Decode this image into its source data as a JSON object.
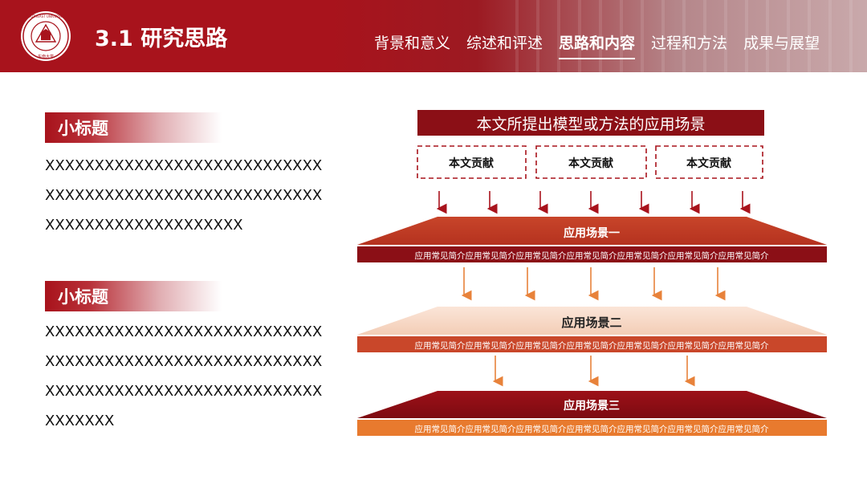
{
  "header": {
    "title": "3.1 研究思路",
    "logo": {
      "icon": "university-seal-icon",
      "text_top": "SOUTHEAST UNIVERSITY",
      "text_center": "东南大学"
    },
    "nav": [
      {
        "label": "背景和意义",
        "active": false
      },
      {
        "label": "综述和评述",
        "active": false
      },
      {
        "label": "思路和内容",
        "active": true
      },
      {
        "label": "过程和方法",
        "active": false
      },
      {
        "label": "成果与展望",
        "active": false
      }
    ]
  },
  "left": {
    "sections": [
      {
        "heading": "小标题",
        "text": "XXXXXXXXXXXXXXXXXXXXXXXXXXXXXXXXXXXXXXXXXXXXXXXXXXXXXXXXXXXXXXXXXXXXXXXXXXXX"
      },
      {
        "heading": "小标题",
        "text": "XXXXXXXXXXXXXXXXXXXXXXXXXXXXXXXXXXXXXXXXXXXXXXXXXXXXXXXXXXXXXXXXXXXXXXXXXXXXXXXXXXXXXXXXXXX"
      }
    ]
  },
  "diagram": {
    "title": "本文所提出模型或方法的应用场景",
    "contributions": [
      "本文贡献",
      "本文贡献",
      "本文贡献"
    ],
    "scenes": [
      {
        "name": "应用场景一",
        "intro": "应用常见简介应用常见简介应用常见简介应用常见简介应用常见简介应用常见简介应用常见简介"
      },
      {
        "name": "应用场景二",
        "intro": "应用常见简介应用常见简介应用常见简介应用常见简介应用常见简介应用常见简介应用常见简介"
      },
      {
        "name": "应用场景三",
        "intro": "应用常见简介应用常见简介应用常见简介应用常见简介应用常见简介应用常见简介应用常见简介"
      }
    ],
    "colors": {
      "dark_red": "#8b0f16",
      "red": "#c0392b",
      "orange": "#e87a2e",
      "peach": "#f6d9c8",
      "arrow_red": "#a8131c",
      "arrow_orange": "#e8823a"
    }
  }
}
